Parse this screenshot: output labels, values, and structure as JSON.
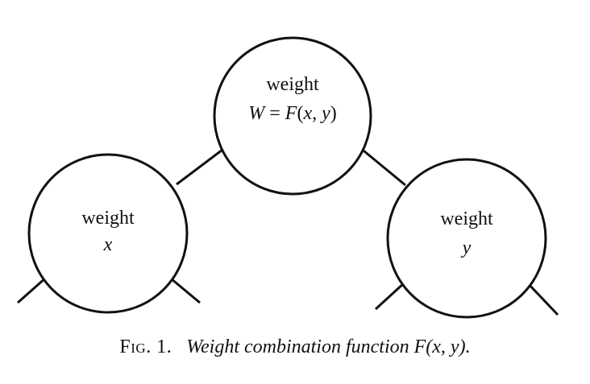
{
  "diagram": {
    "nodes": {
      "root": {
        "label": "weight",
        "formula": {
          "lhs": "W",
          "eq": " = ",
          "func": "F",
          "open": "(",
          "arg1": "x",
          "sep": ", ",
          "arg2": "y",
          "close": ")"
        }
      },
      "left": {
        "label": "weight",
        "var": "x"
      },
      "right": {
        "label": "weight",
        "var": "y"
      }
    }
  },
  "caption": {
    "label": "Fig. 1.",
    "text": "Weight combination function F(x, y)."
  }
}
